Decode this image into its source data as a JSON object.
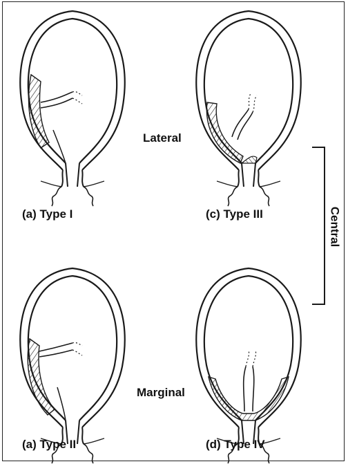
{
  "labels": {
    "type_1": "(a) Type I",
    "type_2": "(a) Type II",
    "type_3": "(c) Type III",
    "type_4": "(d) Type IV",
    "lateral": "Lateral",
    "marginal": "Marginal",
    "central": "Central"
  },
  "colors": {
    "line": "#1a1a1a",
    "background": "#ffffff"
  }
}
